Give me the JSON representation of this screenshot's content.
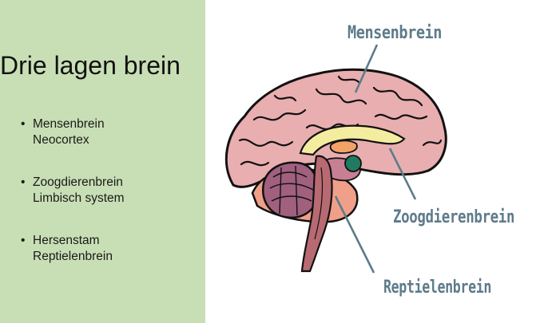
{
  "slide": {
    "title": "Drie lagen brein",
    "bullets": [
      {
        "line1": "Mensenbrein",
        "line2": "Neocortex"
      },
      {
        "line1": "Zoogdierenbrein",
        "line2": "Limbisch system"
      },
      {
        "line1": "Hersenstam",
        "line2": "Reptielenbrein"
      }
    ],
    "bullet_symbol": "•"
  },
  "illustration": {
    "labels": {
      "top": "Mensenbrein",
      "middle": "Zoogdierenbrein",
      "bottom": "Reptielenbrein"
    }
  },
  "colors": {
    "left_panel": "#c8dfb5",
    "cortex": "#e9aeb0",
    "limbic": "#f4ec9f",
    "cerebellum": "#a0607e",
    "brainstem": "#b86a72",
    "callout_text": "#5d7b8a"
  }
}
